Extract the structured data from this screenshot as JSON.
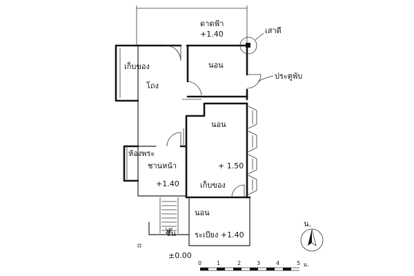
{
  "rooms": {
    "terrace": "ดาดฟ้า",
    "terrace_level": "+1.40",
    "column_label": "เสาดี",
    "storage_left": "เก็บของ",
    "hall": "โถง",
    "bedroom_top": "นอน",
    "door_label": "ประตูพับ",
    "bedroom_mid": "นอน",
    "mid_level": "+ 1.50",
    "shrine": "ห้องพระ",
    "front_porch": "ชานหน้า",
    "porch_level": "+1.40",
    "storage_mid": "เก็บของ",
    "bedroom_bottom": "นอน",
    "veranda": "ระเบียง +1.40",
    "stair_label": "ขึ้น",
    "ground_level": "±0.00"
  },
  "north": {
    "label": "น."
  },
  "scale": {
    "ticks": [
      "0",
      "1",
      "2",
      "3",
      "4",
      "5"
    ],
    "unit": "ม."
  }
}
